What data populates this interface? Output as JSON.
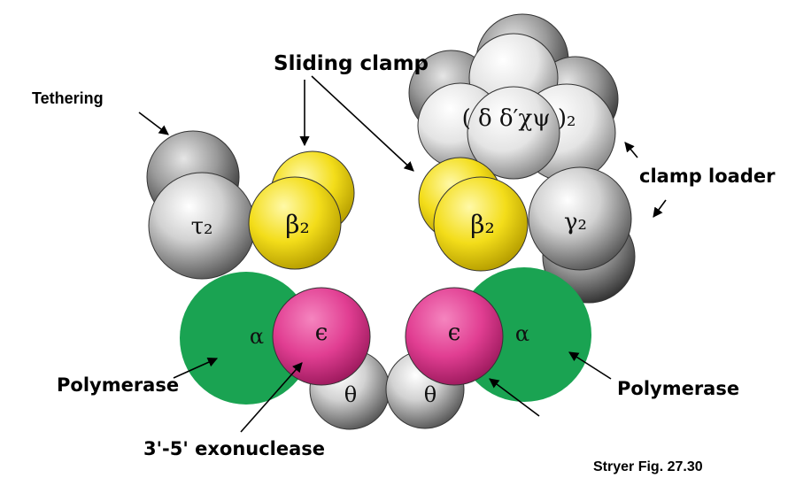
{
  "labels": {
    "tethering": "Tethering",
    "sliding_clamp": "Sliding clamp",
    "clamp_loader": "clamp loader",
    "polymerase_left": "Polymerase",
    "polymerase_right": "Polymerase",
    "exonuclease": "3'-5' exonuclease",
    "citation": "Stryer Fig. 27.30"
  },
  "subunits": {
    "tau": "τ₂",
    "beta_left": "β₂",
    "beta_right": "β₂",
    "gamma": "γ₂",
    "alpha_left": "α",
    "alpha_right": "α",
    "epsilon_left": "ϵ",
    "epsilon_right": "ϵ",
    "theta_left": "θ",
    "theta_right": "θ",
    "delta_complex": "( δ δ′χψ )₂"
  },
  "colors": {
    "polymerase_green": "#1aa352",
    "clamp_yellow": "#f5e01e",
    "exonuclease_magenta": "#e43f93",
    "subunit_gray": "#b8b8b8"
  }
}
